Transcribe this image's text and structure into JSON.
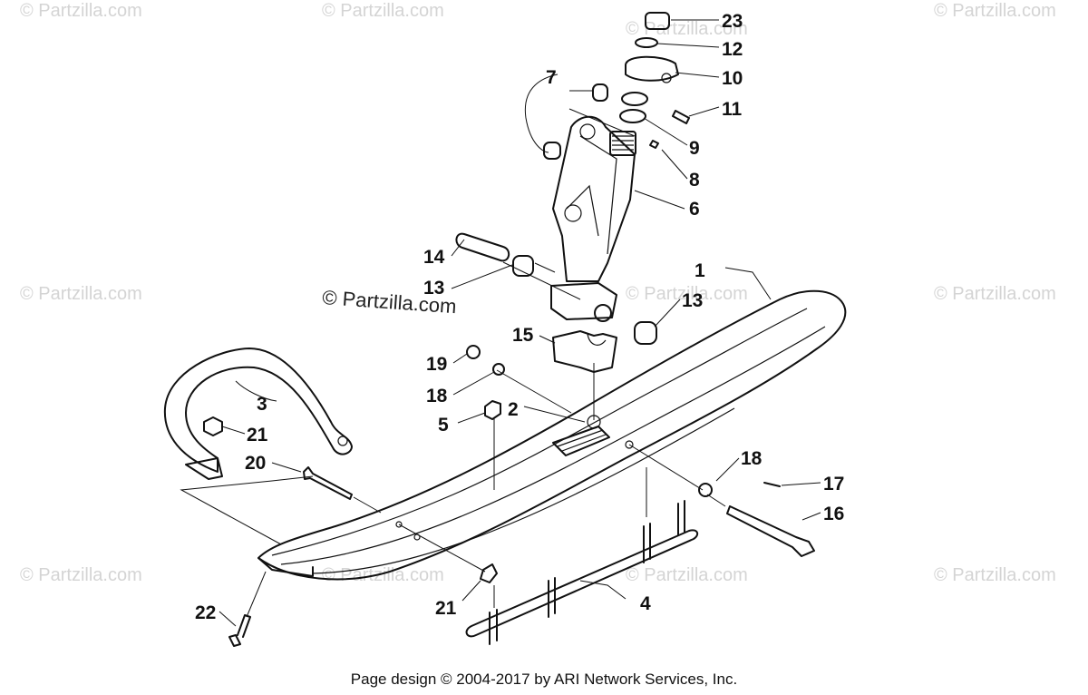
{
  "watermark": {
    "text": "© Partzilla.com",
    "center_text": "© Partzilla.com"
  },
  "callouts": [
    "1",
    "2",
    "3",
    "4",
    "5",
    "6",
    "7",
    "8",
    "9",
    "10",
    "11",
    "12",
    "13",
    "13",
    "14",
    "15",
    "16",
    "17",
    "18",
    "18",
    "19",
    "20",
    "21",
    "21",
    "22",
    "23"
  ],
  "footer": "Page design © 2004-2017 by ARI Network Services, Inc."
}
